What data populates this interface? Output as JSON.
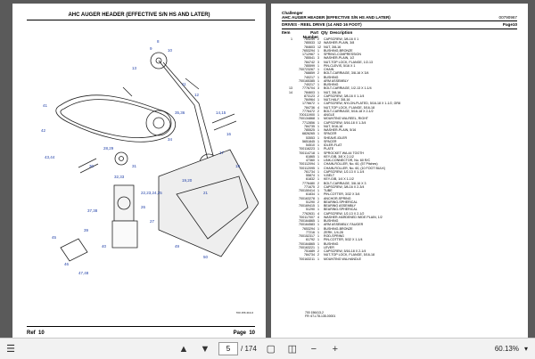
{
  "left_page": {
    "title": "AHC AUGER HEADER (EFFECTIVE S/N HS AND LATER)",
    "ref_label": "Ref",
    "ref_value": "10",
    "page_label": "Page",
    "page_value": "10",
    "drawing_code": "700 156 413-0",
    "callouts": [
      "1",
      "2",
      "3",
      "4",
      "5",
      "6",
      "7",
      "8",
      "9",
      "10",
      "11",
      "12",
      "13",
      "14",
      "15",
      "16",
      "17",
      "18",
      "19",
      "20",
      "21",
      "22",
      "23",
      "24",
      "25",
      "26",
      "27",
      "28",
      "29",
      "30",
      "31",
      "32",
      "33",
      "34",
      "35",
      "36",
      "37",
      "38",
      "39",
      "40",
      "41",
      "42",
      "43",
      "44",
      "45",
      "46",
      "47",
      "48",
      "49",
      "50"
    ]
  },
  "right_page": {
    "brand": "Challenger",
    "title": "AHC AUGER HEADER (EFFECTIVE S/N HS AND LATER)",
    "doc_no": "00790967",
    "section": "DRIVES - REEL DRIVE (14 AND 16 FOOT)",
    "page_ref": "Page10",
    "col_item": "Item",
    "col_part": "Part Number",
    "col_qty": "Qty",
    "col_desc": "Description",
    "rows": [
      {
        "item": "1",
        "part": "783249",
        "qty": "2",
        "desc": "CAPSCREW, 3/8-16 X 1"
      },
      {
        "item": "",
        "part": "785533",
        "qty": "12",
        "desc": "WASHER-PLAIN, 3/8"
      },
      {
        "item": "",
        "part": "784603",
        "qty": "12",
        "desc": "NUT, 3/8-16"
      },
      {
        "item": "",
        "part": "7653294",
        "qty": "1",
        "desc": "BUSHING-BRONZE"
      },
      {
        "item": "",
        "part": "1712967",
        "qty": "1",
        "desc": "SPRING-COMPRESSION"
      },
      {
        "item": "",
        "part": "785541",
        "qty": "3",
        "desc": "WASHER-PLAIN, 1/2"
      },
      {
        "item": "",
        "part": "784742",
        "qty": "3",
        "desc": "NUT-TOP LOCK, FLANGE, 1/2-13"
      },
      {
        "item": "",
        "part": "785599",
        "qty": "1",
        "desc": "PIN-CLEVIS, 5/16 X 1"
      },
      {
        "item": "",
        "part": "700723267",
        "qty": "1",
        "desc": "CHAIN"
      },
      {
        "item": "",
        "part": "768859",
        "qty": "2",
        "desc": "BOLT-CARRIAGE, 3/8-16 X 3/4"
      },
      {
        "item": "",
        "part": "740217",
        "qty": "1",
        "desc": "BUSHING"
      },
      {
        "item": "",
        "part": "700165385",
        "qty": "1",
        "desc": "ARM ASSEMBLY"
      },
      {
        "item": "",
        "part": "740217",
        "qty": "1",
        "desc": "BUSHING"
      },
      {
        "item": "13",
        "part": "7776704",
        "qty": "3",
        "desc": "BOLT-CARRIAGE, 1/2-13 X 1-1/4"
      },
      {
        "item": "14",
        "part": "784603",
        "qty": "1",
        "desc": "NUT, 3/8-16"
      },
      {
        "item": "",
        "part": "873123",
        "qty": "2",
        "desc": "CAPSCREW, 3/8-16 X 1-1/4"
      },
      {
        "item": "",
        "part": "784964",
        "qty": "1",
        "desc": "NUT-HALF, 3/8-16"
      },
      {
        "item": "",
        "part": "1776672",
        "qty": "1",
        "desc": "CAPSCREW, NYLON-PLATED, 5/16-18 X 1-1/2, GR8"
      },
      {
        "item": "",
        "part": "784736",
        "qty": "4",
        "desc": "NUT-TOP LOCK, FLANGE, 5/16-18"
      },
      {
        "item": "",
        "part": "7776472",
        "qty": "2",
        "desc": "BOLT-CARRIAGE, 5/16-18 X 2-1/2"
      },
      {
        "item": "",
        "part": "700111900",
        "qty": "1",
        "desc": "ANGLE"
      },
      {
        "item": "",
        "part": "700134868",
        "qty": "1",
        "desc": "MOUNTING WA-REEL, RIGHT"
      },
      {
        "item": "",
        "part": "7712856",
        "qty": "1",
        "desc": "CAPSCREW, 5/16-18 X 1-3/4"
      },
      {
        "item": "",
        "part": "784735",
        "qty": "1",
        "desc": "NUT, 5/16-18"
      },
      {
        "item": "",
        "part": "785525",
        "qty": "1",
        "desc": "WASHER-PLAIN, 5/16"
      },
      {
        "item": "",
        "part": "6826265",
        "qty": "1",
        "desc": "SPACER"
      },
      {
        "item": "",
        "part": "53553",
        "qty": "1",
        "desc": "SHEAVE-IDLER"
      },
      {
        "item": "",
        "part": "5651845",
        "qty": "1",
        "desc": "SPACER"
      },
      {
        "item": "",
        "part": "54510",
        "qty": "1",
        "desc": "IDLER-FLAT"
      },
      {
        "item": "",
        "part": "700116223",
        "qty": "1",
        "desc": "PLATE"
      },
      {
        "item": "",
        "part": "700114718",
        "qty": "1",
        "desc": "SPROCKET WA-44 TOOTH"
      },
      {
        "item": "",
        "part": "61865",
        "qty": "1",
        "desc": "KEY-GIB, 3/8 X 2-1/2"
      },
      {
        "item": "",
        "part": "47360",
        "qty": "1",
        "desc": "LINK-CONNECTOR, No. 60 R/C"
      },
      {
        "item": "",
        "part": "700112094",
        "qty": "1",
        "desc": "CHAIN-ROLLER, No. 60, (57 Pitches)"
      },
      {
        "item": "",
        "part": "700112095",
        "qty": "1",
        "desc": "CHAIN-ROLLER, No. 60, (10 FOOT BULK)"
      },
      {
        "item": "",
        "part": "761734",
        "qty": "1",
        "desc": "CAPSCREW, 1/2-13 X 1-1/4"
      },
      {
        "item": "",
        "part": "55874",
        "qty": "1",
        "desc": "V-BELT"
      },
      {
        "item": "",
        "part": "61832",
        "qty": "1",
        "desc": "KEY-GIB, 1/4 X 1-1/2"
      },
      {
        "item": "",
        "part": "7776480",
        "qty": "2",
        "desc": "BOLT-CARRIAGE, 3/8-16 X 3"
      },
      {
        "item": "",
        "part": "771675",
        "qty": "2",
        "desc": "CAPSCREW, 3/8-16 X 2-3/4"
      },
      {
        "item": "",
        "part": "700150414",
        "qty": "1",
        "desc": "TUBE"
      },
      {
        "item": "",
        "part": "61834",
        "qty": "1",
        "desc": "PIN-COTTER, 3/32 X 3/4"
      },
      {
        "item": "",
        "part": "700163278",
        "qty": "1",
        "desc": "ANCHOR-SPRING"
      },
      {
        "item": "",
        "part": "51290",
        "qty": "2",
        "desc": "BEARING-SPHERICAL"
      },
      {
        "item": "",
        "part": "700169415",
        "qty": "1",
        "desc": "BEARING ASSEMBLY"
      },
      {
        "item": "",
        "part": "51290",
        "qty": "1",
        "desc": "BEARING-SPHERICAL"
      },
      {
        "item": "",
        "part": "7762631",
        "qty": "4",
        "desc": "CAPSCREW, 1/2-13 X 2-1/2"
      },
      {
        "item": "",
        "part": "700117007",
        "qty": "4",
        "desc": "WASHER-HARDENED WIDE PLAIN, 1/2"
      },
      {
        "item": "",
        "part": "700164865",
        "qty": "1",
        "desc": "BUSHING"
      },
      {
        "item": "",
        "part": "700164583",
        "qty": "1",
        "desc": "ARM ASSEMBLY, FAUGER"
      },
      {
        "item": "",
        "part": "7653294",
        "qty": "1",
        "desc": "BUSHING-BRONZE"
      },
      {
        "item": "",
        "part": "77216",
        "qty": "1",
        "desc": "ZERK, 1/4-28"
      },
      {
        "item": "",
        "part": "700152317",
        "qty": "1",
        "desc": "ROD-SPRING"
      },
      {
        "item": "",
        "part": "61792",
        "qty": "1",
        "desc": "PIN-COTTER, 5/32 X 1-1/4"
      },
      {
        "item": "",
        "part": "700164865",
        "qty": "1",
        "desc": "BUSHING"
      },
      {
        "item": "",
        "part": "700163221",
        "qty": "1",
        "desc": "LEVER"
      },
      {
        "item": "",
        "part": "751689",
        "qty": "2",
        "desc": "CAPSCREW, 5/16-18 X 2-1/4"
      },
      {
        "item": "",
        "part": "784734",
        "qty": "2",
        "desc": "NUT-TOP LOCK, FLANGE, 5/16-18"
      },
      {
        "item": "",
        "part": "700163211",
        "qty": "1",
        "desc": "MOUNTING WA-HANDLE"
      }
    ],
    "footer_line1": "700 156413-2",
    "footer_line2": "FR: 67-LT8-135-00001"
  },
  "toolbar": {
    "current_page": "5",
    "total_pages": "/ 174",
    "zoom": "60.13%"
  }
}
